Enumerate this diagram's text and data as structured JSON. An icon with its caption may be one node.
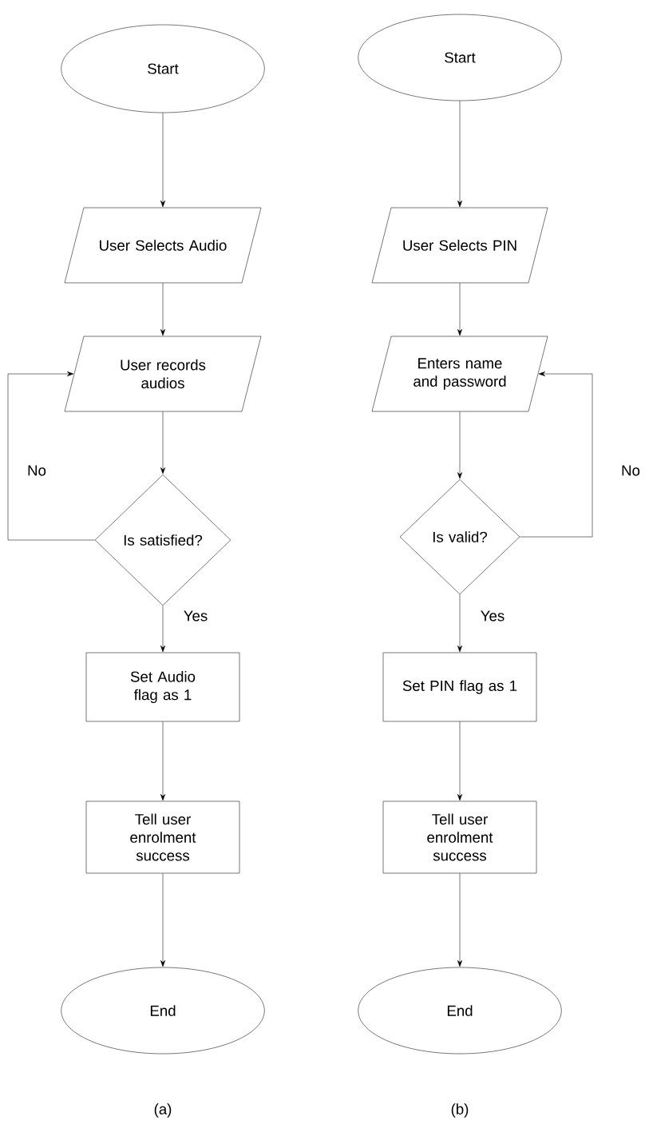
{
  "diagram": {
    "nodes": [
      {
        "text": [
          "Start"
        ]
      },
      {
        "text": [
          "User Selects Audio"
        ]
      },
      {
        "text": [
          "User records audios"
        ]
      },
      {
        "text": [
          "Is satisfied?"
        ]
      },
      {
        "text": [
          "Set Audio flag as 1"
        ]
      },
      {
        "text": [
          "Tell user enrolment success"
        ]
      },
      {
        "text": [
          "End"
        ]
      },
      {
        "text": [
          "Start"
        ]
      },
      {
        "text": [
          "User Selects PIN"
        ]
      },
      {
        "text": [
          "Enters name and password"
        ]
      },
      {
        "text": [
          "Is valid?"
        ]
      },
      {
        "text": [
          "Set PIN flag as 1"
        ]
      },
      {
        "text": [
          "Tell user enrolment success"
        ]
      },
      {
        "text": [
          "End"
        ]
      }
    ],
    "edges": [
      {
        "from": 0,
        "to": 1,
        "arrow": "to"
      },
      {
        "from": 1,
        "to": 2,
        "arrow": "to"
      },
      {
        "from": 2,
        "to": 3,
        "arrow": "to"
      },
      {
        "from": 3,
        "to": 4,
        "arrow": "to",
        "label": "Yes"
      },
      {
        "from": 4,
        "to": 5,
        "arrow": "to"
      },
      {
        "from": 5,
        "to": 6,
        "arrow": "to"
      },
      {
        "from": 3,
        "to": 2,
        "arrow": "to",
        "label": "No"
      },
      {
        "from": 7,
        "to": 8,
        "arrow": "to"
      },
      {
        "from": 8,
        "to": 9,
        "arrow": "to"
      },
      {
        "from": 9,
        "to": 10,
        "arrow": "to"
      },
      {
        "from": 10,
        "to": 11,
        "arrow": "to",
        "label": "Yes"
      },
      {
        "from": 11,
        "to": 12,
        "arrow": "to"
      },
      {
        "from": 12,
        "to": 13,
        "arrow": "to"
      },
      {
        "from": 10,
        "to": 9,
        "arrow": "to",
        "label": "No"
      }
    ],
    "labels": [
      "(a)",
      "(b)"
    ]
  }
}
